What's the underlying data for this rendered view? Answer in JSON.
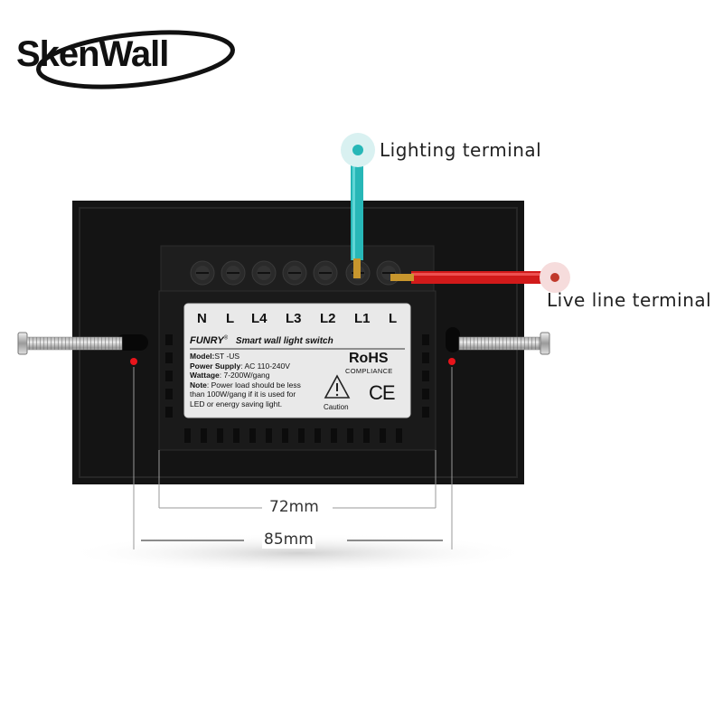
{
  "brand": {
    "name": "SkenWall"
  },
  "callouts": {
    "lighting": "Lighting terminal",
    "live": "Live line terminal"
  },
  "terminals": [
    "N",
    "L",
    "L4",
    "L3",
    "L2",
    "L1",
    "L"
  ],
  "sticker": {
    "brand": "FUNRY",
    "registered": "®",
    "product": "Smart wall light switch",
    "model_label": "Model:",
    "model_value": "ST -US",
    "power_label": "Power Supply",
    "power_value": ": AC 110-240V",
    "wattage_label": "Wattage",
    "wattage_value": ": 7-200W/gang",
    "note_label": "Note",
    "note_line1": ": Power load should be less",
    "note_line2": "than 100W/gang if it is used for",
    "note_line3": "LED or energy saving light.",
    "rohs": "RoHS",
    "compliance": "COMPLIANCE",
    "caution": "Caution",
    "ce": "CE"
  },
  "dimensions": {
    "inner": "72mm",
    "outer": "85mm"
  },
  "colors": {
    "lighting_wire": "#27b7b7",
    "live_wire": "#d11a1a",
    "plate": "#151515",
    "marker_red": "#e8141b"
  }
}
